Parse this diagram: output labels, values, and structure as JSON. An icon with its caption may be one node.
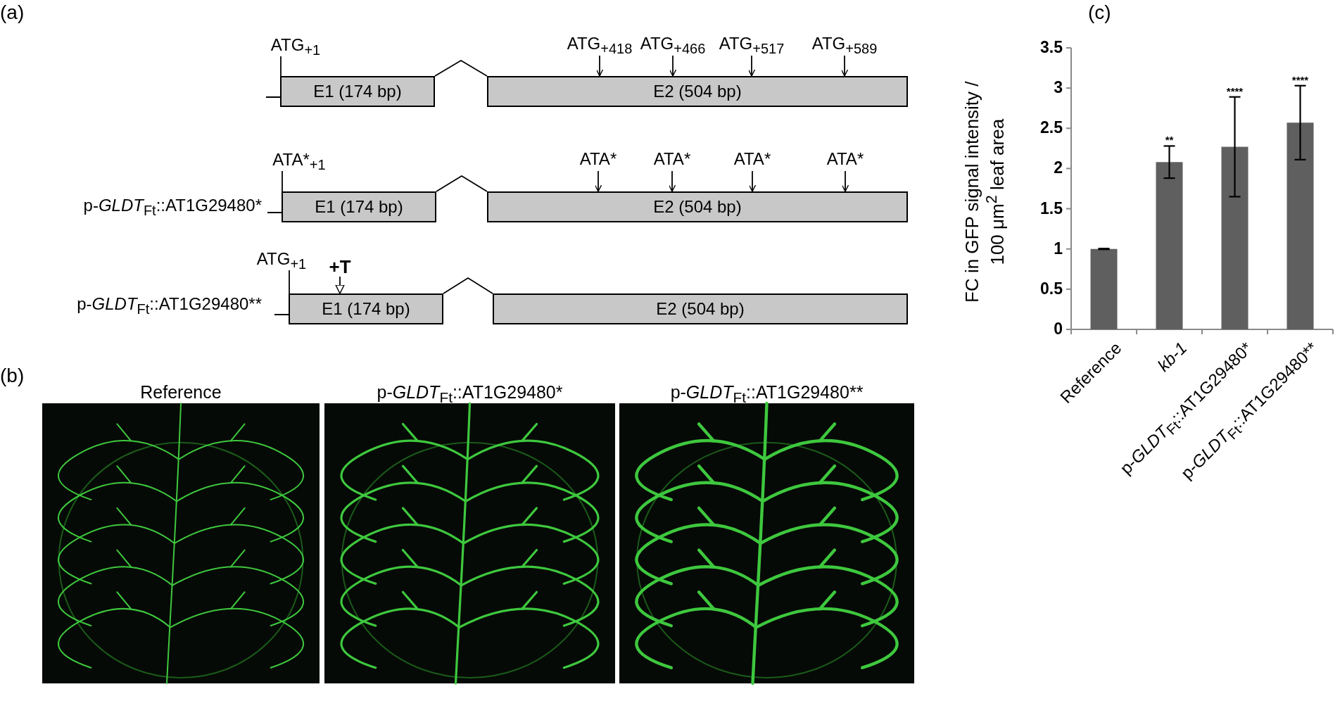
{
  "diagram": {
    "nodes": [
      {
        "text": [
          "ATG$_{+1}$"
        ]
      },
      {
        "text": [
          "E1 (174 bp)"
        ]
      },
      {
        "text": [
          "E2 (504 bp)"
        ]
      },
      {
        "text": [
          "ATG$_{+418}$"
        ]
      },
      {
        "text": [
          "ATG$_{+466}$"
        ]
      },
      {
        "text": [
          "ATG$_{+517}$"
        ]
      },
      {
        "text": [
          "ATG$_{+589}$"
        ]
      },
      {
        "text": [
          "ATA*$_{+1}$"
        ]
      },
      {
        "text": [
          "E1 (174 bp)"
        ]
      },
      {
        "text": [
          "E2 (504 bp)"
        ]
      },
      {
        "text": [
          "ATA*"
        ]
      },
      {
        "text": [
          "ATA*"
        ]
      },
      {
        "text": [
          "ATA*"
        ]
      },
      {
        "text": [
          "ATA*"
        ]
      },
      {
        "text": [
          "ATG$_{+1}$"
        ]
      },
      {
        "text": [
          "+T"
        ]
      },
      {
        "text": [
          "E1 (174 bp)"
        ]
      },
      {
        "text": [
          "E2 (504 bp)"
        ]
      },
      {
        "text": [
          "Reference"
        ]
      },
      {
        "text": [
          "p-*GLDT*$_{Ft}$::AT1G29480*"
        ]
      },
      {
        "text": [
          "p-*GLDT*$_{Ft}$::AT1G29480**"
        ]
      }
    ],
    "edges": [
      {
        "from": 0,
        "to": 1,
        "arrow": "none"
      },
      {
        "from": 1,
        "to": 2,
        "arrow": "none"
      },
      {
        "from": 3,
        "to": 2,
        "arrow": "to"
      },
      {
        "from": 4,
        "to": 2,
        "arrow": "to"
      },
      {
        "from": 5,
        "to": 2,
        "arrow": "to"
      },
      {
        "from": 6,
        "to": 2,
        "arrow": "to"
      },
      {
        "from": 7,
        "to": 8,
        "arrow": "none"
      },
      {
        "from": 8,
        "to": 9,
        "arrow": "none"
      },
      {
        "from": 10,
        "to": 9,
        "arrow": "to"
      },
      {
        "from": 11,
        "to": 9,
        "arrow": "to"
      },
      {
        "from": 12,
        "to": 9,
        "arrow": "to"
      },
      {
        "from": 13,
        "to": 9,
        "arrow": "to"
      },
      {
        "from": 14,
        "to": 16,
        "arrow": "none"
      },
      {
        "from": 15,
        "to": 16,
        "arrow": "to"
      },
      {
        "from": 16,
        "to": 17,
        "arrow": "none"
      }
    ],
    "labels": [
      "(a)",
      "(c)",
      "p-*GLDT*$_{Ft}$::AT1G29480*",
      "p-*GLDT*$_{Ft}$::AT1G29480**",
      "(b)"
    ],
    "chart_data": {
      "type": "bar",
      "ylabel": "FC in GFP signal intensity / 100 μm$^{2}$ leaf area",
      "categories": [
        "Reference",
        "kb-1",
        "p-*GLDT*$_{Ft}$::AT1G29480*",
        "p-*GLDT*$_{Ft}$::AT1G29480**"
      ],
      "series": [
        {
          "color": "#5f5f5f",
          "values": [
            1.0,
            2.08,
            2.27,
            2.57
          ],
          "errors": [
            0.005,
            0.2,
            0.62,
            0.46
          ]
        }
      ],
      "ylim": [
        0,
        3.5
      ],
      "yticks": [
        0,
        0.5,
        1,
        1.5,
        2,
        2.5,
        3,
        3.5
      ],
      "annotations": [
        "**",
        "****",
        "****"
      ]
    }
  }
}
